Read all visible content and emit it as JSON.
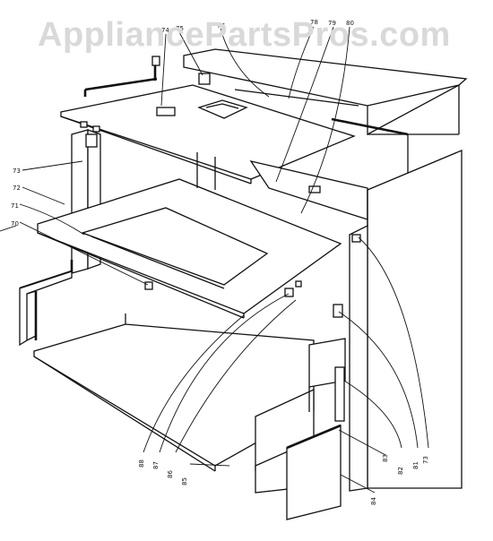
{
  "watermark": "AppliancePartsPros.com",
  "callouts": {
    "c70": "70",
    "c71": "71",
    "c72": "72",
    "c73a": "73",
    "c73b": "73",
    "c74": "74",
    "c75": "75",
    "c77": "77",
    "c78": "78",
    "c79": "79",
    "c80": "80",
    "c81": "81",
    "c82": "82",
    "c83": "83",
    "c84": "84",
    "c85": "85",
    "c86": "86",
    "c87": "87",
    "c88": "88"
  }
}
